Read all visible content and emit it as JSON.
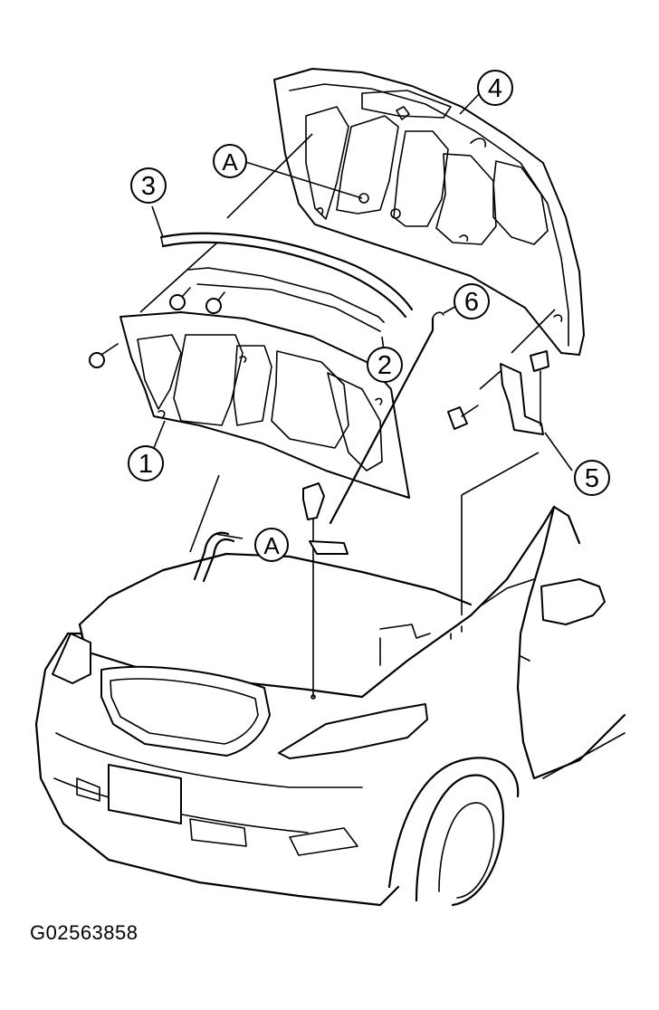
{
  "callouts": {
    "c1": "1",
    "c2": "2",
    "c3": "3",
    "c4": "4",
    "c5": "5",
    "c6": "6",
    "a_upper": "A",
    "a_lower": "A"
  },
  "figure_id": "G02563858"
}
